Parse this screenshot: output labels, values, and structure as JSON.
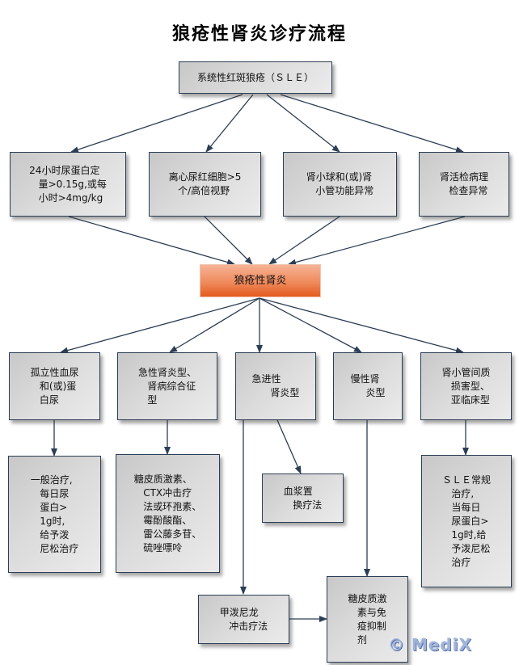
{
  "title": "狼疮性肾炎诊疗流程",
  "root": "系统性红斑狼疮（ＳＬＥ）",
  "criteria": [
    "24小时尿蛋白定\n   量>0.15g,或每\n   小时>4mg/kg",
    "离心尿红细胞>5\n   个/高倍视野",
    "肾小球和(或)肾\n   小管功能异常",
    "肾活检病理\n   检查异常"
  ],
  "center": "狼疮性肾炎",
  "types": [
    "孤立性血尿\n   和(或)蛋\n   白尿",
    "急性肾炎型、\n   肾病综合征\n   型",
    "急进性\n      肾炎型",
    "慢性肾\n     炎型",
    "肾小管间质\n   损害型、\n   亚临床型"
  ],
  "treatments": {
    "isolated": "一般治疗,\n   每日尿\n   蛋白>\n   1g时,\n   给予泼\n   尼松治疗",
    "acute": "糖皮质激素、\n   CTX冲击疗\n   法或环孢素、\n   霉酚酸酯、\n   雷公藤多苷、\n   硫唑嘌呤",
    "plasma": "血浆置\n   换疗法",
    "tubular": "ＳＬＥ常规\n   治疗,\n   当每日\n   尿蛋白>\n   1g时,给\n   予泼尼松\n   治疗",
    "methylpred": "甲泼尼龙\n   冲击疗法",
    "steroid_immuno": "糖皮质激\n   素与免\n   疫抑制\n   剂"
  },
  "watermark": "© MediX",
  "colors": {
    "line": "#2c3e55",
    "box_border": "#2c3e55",
    "center_fill": "#e45a1f",
    "watermark": "#9fb3d8"
  }
}
